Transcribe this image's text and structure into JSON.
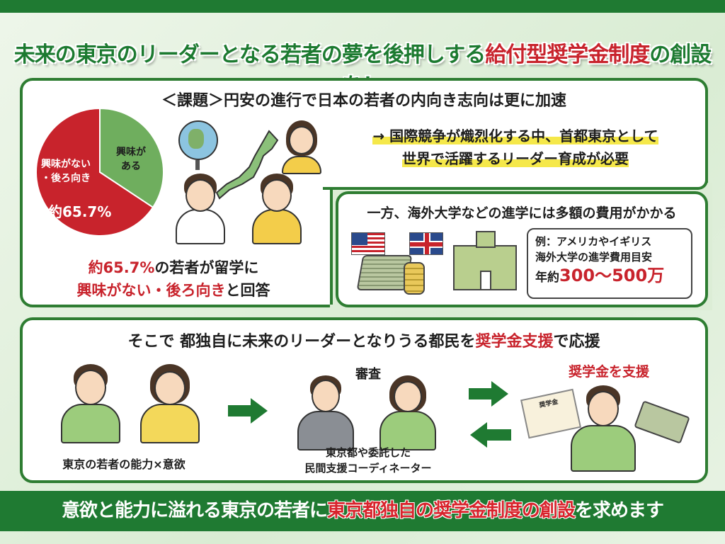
{
  "title": {
    "part1": "未来の東京のリーダーとなる若者の夢を後押しする",
    "highlight": "給付型奨学金制度",
    "part2": "の創設を！"
  },
  "issue": {
    "heading": "＜課題＞円安の進行で日本の若者の内向き志向は更に加速",
    "pie": {
      "interested_label": "興味が\nある",
      "not_interested_label": "興味がない\n・後ろ向き",
      "value_label": "約65.7%",
      "not_interested_percent": 65.7,
      "interested_percent": 34.3,
      "colors": {
        "not_interested": "#c8232c",
        "interested": "#6fae5e"
      }
    },
    "summary_line1_red": "約65.7%",
    "summary_line1": "の若者が留学に",
    "summary_line2_red": "興味がない・後ろ向き",
    "summary_line2": "と回答",
    "message_line1": "→ 国際競争が熾烈化する中、首都東京として",
    "message_line2": "世界で活躍するリーダー育成が必要"
  },
  "cost": {
    "heading": "一方、海外大学などの進学には多額の費用がかかる",
    "example_line1": "例：アメリカやイギリス",
    "example_line2": "海外大学の進学費用目安",
    "example_prefix": "年約",
    "example_amount": "300〜500万"
  },
  "support": {
    "heading_part1": "そこで 都独自に未来のリーダーとなりうる都民を",
    "heading_red": "奨学金支援",
    "heading_part2": "で応援",
    "youth_label": "東京の若者の能力×意欲",
    "review_label": "審査",
    "reviewers_line1": "東京都や委託した",
    "reviewers_line2": "民間支援コーディネーター",
    "scholarship_label": "奨学金を支援",
    "certificate_text": "奨学金"
  },
  "footer": {
    "part1": "意欲と能力に溢れる東京の若者に",
    "red": "東京都独自の奨学金制度の創設",
    "part2": "を求めます"
  }
}
